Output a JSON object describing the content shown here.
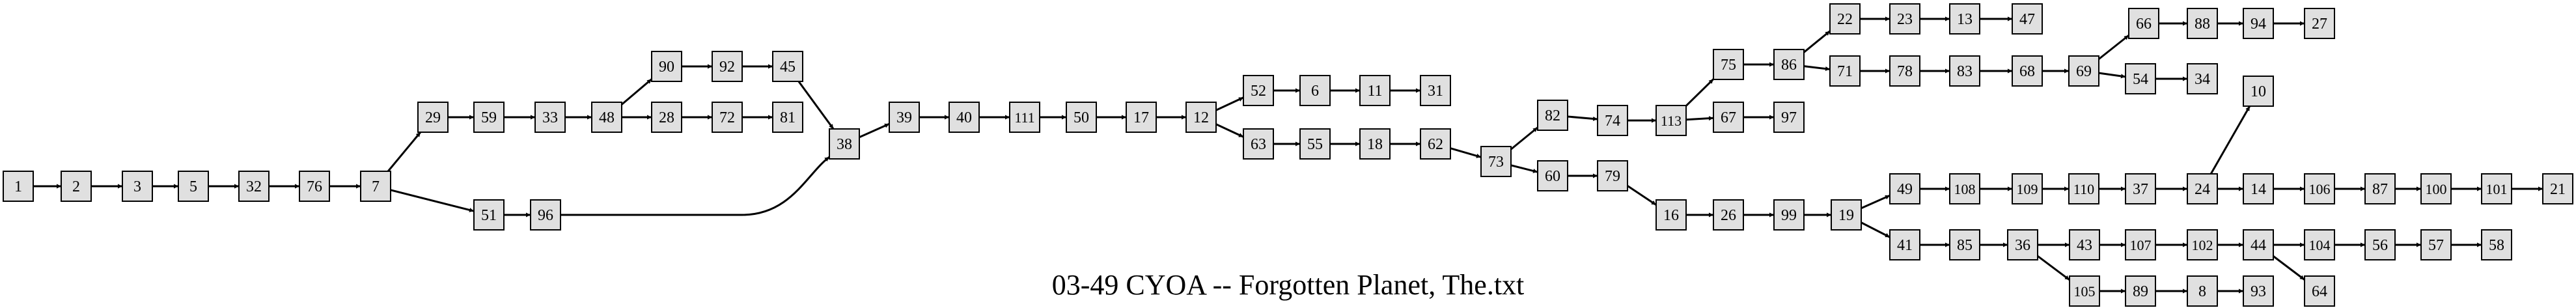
{
  "caption": "03-49 CYOA -- Forgotten Planet, The.txt",
  "colors": {
    "node_fill": "#e0e0e0",
    "node_stroke": "#000000",
    "edge": "#000000",
    "background": "#ffffff"
  },
  "nodes": [
    "1",
    "2",
    "3",
    "5",
    "32",
    "76",
    "7",
    "29",
    "51",
    "59",
    "96",
    "33",
    "48",
    "90",
    "28",
    "92",
    "72",
    "45",
    "81",
    "38",
    "39",
    "40",
    "111",
    "50",
    "17",
    "12",
    "52",
    "63",
    "6",
    "55",
    "11",
    "18",
    "31",
    "62",
    "73",
    "82",
    "60",
    "74",
    "79",
    "113",
    "16",
    "75",
    "67",
    "26",
    "86",
    "97",
    "99",
    "22",
    "71",
    "19",
    "23",
    "78",
    "49",
    "41",
    "13",
    "83",
    "108",
    "85",
    "47",
    "68",
    "109",
    "36",
    "69",
    "110",
    "43",
    "105",
    "66",
    "54",
    "37",
    "107",
    "89",
    "88",
    "34",
    "24",
    "102",
    "8",
    "94",
    "10",
    "14",
    "44",
    "93",
    "27",
    "106",
    "104",
    "64",
    "87",
    "56",
    "100",
    "57",
    "101",
    "58",
    "21"
  ],
  "edges": [
    [
      "1",
      "2"
    ],
    [
      "2",
      "3"
    ],
    [
      "3",
      "5"
    ],
    [
      "5",
      "32"
    ],
    [
      "32",
      "76"
    ],
    [
      "76",
      "7"
    ],
    [
      "7",
      "29"
    ],
    [
      "7",
      "51"
    ],
    [
      "29",
      "59"
    ],
    [
      "51",
      "96"
    ],
    [
      "59",
      "33"
    ],
    [
      "96",
      "38"
    ],
    [
      "33",
      "48"
    ],
    [
      "48",
      "90"
    ],
    [
      "48",
      "28"
    ],
    [
      "90",
      "92"
    ],
    [
      "28",
      "72"
    ],
    [
      "92",
      "45"
    ],
    [
      "72",
      "81"
    ],
    [
      "45",
      "38"
    ],
    [
      "38",
      "39"
    ],
    [
      "39",
      "40"
    ],
    [
      "40",
      "111"
    ],
    [
      "111",
      "50"
    ],
    [
      "50",
      "17"
    ],
    [
      "17",
      "12"
    ],
    [
      "12",
      "52"
    ],
    [
      "12",
      "63"
    ],
    [
      "52",
      "6"
    ],
    [
      "63",
      "55"
    ],
    [
      "6",
      "11"
    ],
    [
      "55",
      "18"
    ],
    [
      "11",
      "31"
    ],
    [
      "18",
      "62"
    ],
    [
      "62",
      "73"
    ],
    [
      "73",
      "82"
    ],
    [
      "73",
      "60"
    ],
    [
      "82",
      "74"
    ],
    [
      "60",
      "79"
    ],
    [
      "74",
      "113"
    ],
    [
      "79",
      "16"
    ],
    [
      "113",
      "75"
    ],
    [
      "113",
      "67"
    ],
    [
      "16",
      "26"
    ],
    [
      "75",
      "86"
    ],
    [
      "67",
      "97"
    ],
    [
      "26",
      "99"
    ],
    [
      "86",
      "22"
    ],
    [
      "86",
      "71"
    ],
    [
      "99",
      "19"
    ],
    [
      "22",
      "23"
    ],
    [
      "71",
      "78"
    ],
    [
      "19",
      "49"
    ],
    [
      "19",
      "41"
    ],
    [
      "23",
      "13"
    ],
    [
      "78",
      "83"
    ],
    [
      "49",
      "108"
    ],
    [
      "41",
      "85"
    ],
    [
      "13",
      "47"
    ],
    [
      "83",
      "68"
    ],
    [
      "108",
      "109"
    ],
    [
      "85",
      "36"
    ],
    [
      "68",
      "69"
    ],
    [
      "109",
      "110"
    ],
    [
      "36",
      "43"
    ],
    [
      "36",
      "105"
    ],
    [
      "69",
      "66"
    ],
    [
      "69",
      "54"
    ],
    [
      "110",
      "37"
    ],
    [
      "43",
      "107"
    ],
    [
      "105",
      "89"
    ],
    [
      "66",
      "88"
    ],
    [
      "54",
      "34"
    ],
    [
      "37",
      "24"
    ],
    [
      "107",
      "102"
    ],
    [
      "89",
      "8"
    ],
    [
      "88",
      "94"
    ],
    [
      "24",
      "10"
    ],
    [
      "24",
      "14"
    ],
    [
      "102",
      "44"
    ],
    [
      "8",
      "93"
    ],
    [
      "94",
      "27"
    ],
    [
      "14",
      "106"
    ],
    [
      "44",
      "104"
    ],
    [
      "44",
      "64"
    ],
    [
      "106",
      "87"
    ],
    [
      "104",
      "56"
    ],
    [
      "87",
      "100"
    ],
    [
      "56",
      "57"
    ],
    [
      "100",
      "101"
    ],
    [
      "57",
      "58"
    ],
    [
      "101",
      "21"
    ]
  ]
}
